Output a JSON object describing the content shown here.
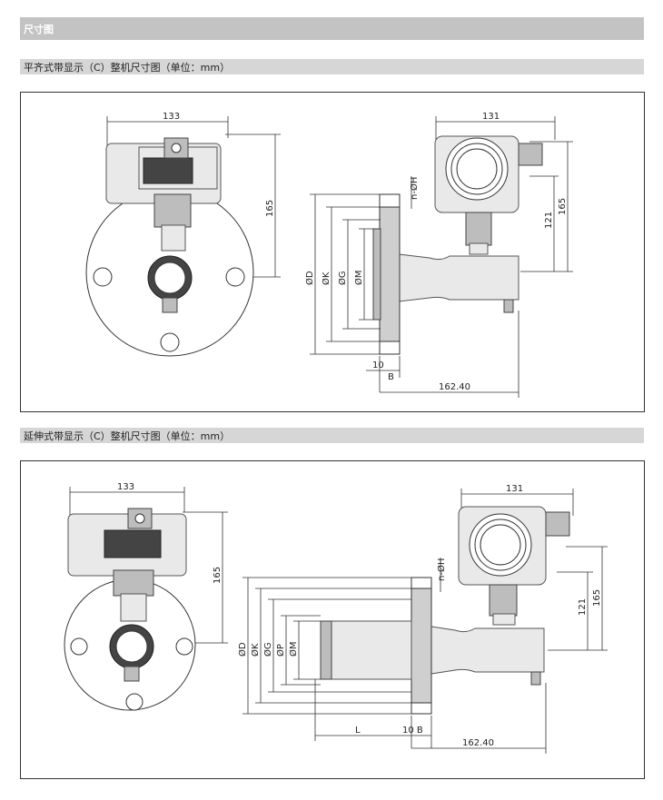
{
  "header": {
    "title": "尺寸图"
  },
  "section1": {
    "title": "平齐式带显示（C）整机尺寸图（单位：mm）",
    "front": {
      "width_label": "133",
      "height_label": "165"
    },
    "side": {
      "width_label": "131",
      "height_label": "165",
      "height2_label": "121",
      "hole_label": "n-ØH",
      "d_label": "ØD",
      "k_label": "ØK",
      "g_label": "ØG",
      "m_label": "ØM",
      "ten_label": "10",
      "b_label": "B",
      "length_label": "162.40"
    }
  },
  "section2": {
    "title": "延伸式带显示（C）整机尺寸图（单位：mm）",
    "front": {
      "width_label": "133",
      "height_label": "165"
    },
    "side": {
      "width_label": "131",
      "height_label": "165",
      "height2_label": "121",
      "hole_label": "n-ØH",
      "d_label": "ØD",
      "k_label": "ØK",
      "g_label": "ØG",
      "p_label": "ØP",
      "m_label": "ØM",
      "l_label": "L",
      "ten_b_label": "10 B",
      "length_label": "162.40"
    }
  }
}
